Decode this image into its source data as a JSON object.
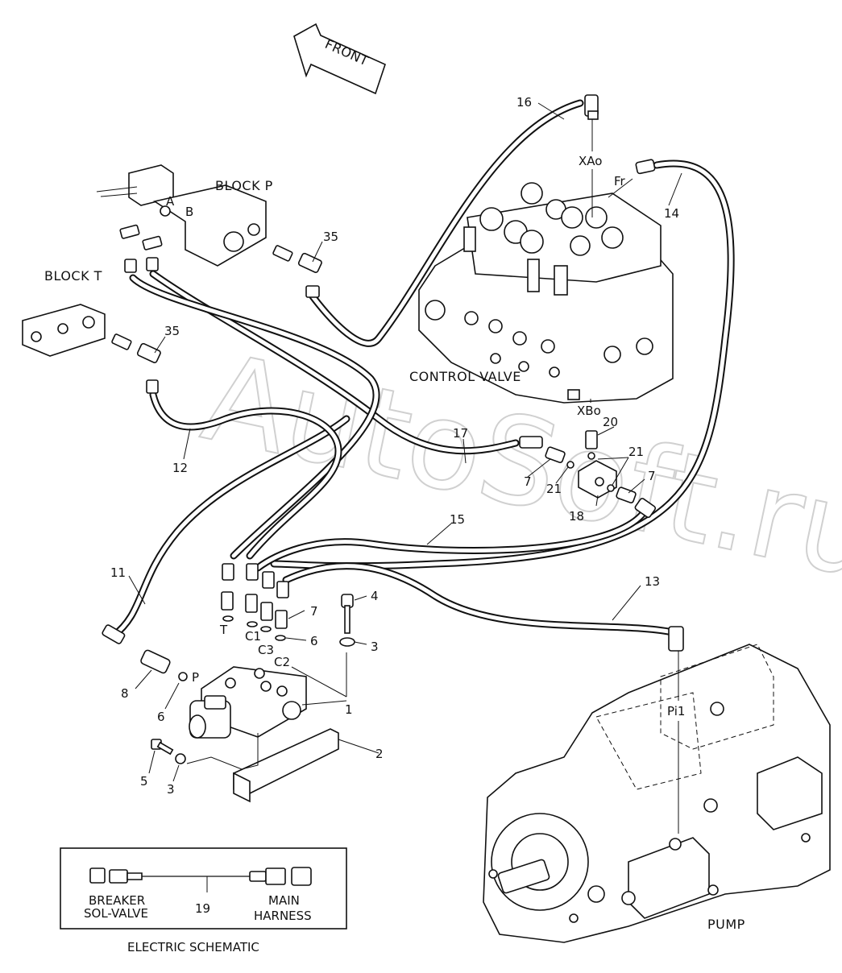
{
  "front_label": "FRONT",
  "block_labels": {
    "block_p": "BLOCK  P",
    "block_t": "BLOCK  T",
    "port_a": "A",
    "port_b": "B"
  },
  "component_labels": {
    "control_valve": "CONTROL VALVE",
    "pump": "PUMP"
  },
  "port_labels": {
    "xao": "XAo",
    "fr": "Fr",
    "xbo": "XBo",
    "pi1": "Pi1",
    "t": "T",
    "p": "P",
    "c1": "C1",
    "c2": "C2",
    "c3": "C3"
  },
  "callouts": {
    "n1": "1",
    "n2": "2",
    "n3a": "3",
    "n3b": "3",
    "n4": "4",
    "n5": "5",
    "n6a": "6",
    "n6b": "6",
    "n7a": "7",
    "n7b": "7",
    "n7c": "7",
    "n8": "8",
    "n11": "11",
    "n12": "12",
    "n13": "13",
    "n14": "14",
    "n15": "15",
    "n16": "16",
    "n17": "17",
    "n18": "18",
    "n19": "19",
    "n20": "20",
    "n21a": "21",
    "n21b": "21",
    "n35a": "35",
    "n35b": "35"
  },
  "schematic": {
    "left_line1": "BREAKER",
    "left_line2": "SOL-VALVE",
    "number": "19",
    "right_line1": "MAIN",
    "right_line2": "HARNESS",
    "title": "ELECTRIC SCHEMATIC"
  },
  "watermark": "AutoSoft.ru"
}
